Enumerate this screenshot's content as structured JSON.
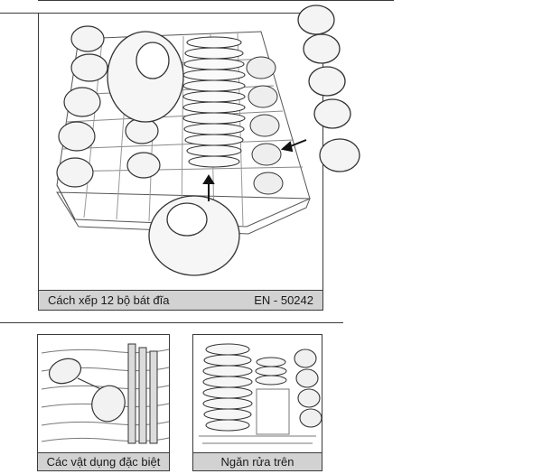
{
  "main_figure": {
    "caption": "Cách xếp 12 bộ bát đĩa",
    "code": "EN - 50242"
  },
  "special_items": {
    "caption": "Các vật dụng đặc biệt"
  },
  "upper_rack": {
    "caption": "Ngăn rửa trên"
  },
  "colors": {
    "caption_bg": "#d2d2d2",
    "line": "#3a3a3a"
  }
}
